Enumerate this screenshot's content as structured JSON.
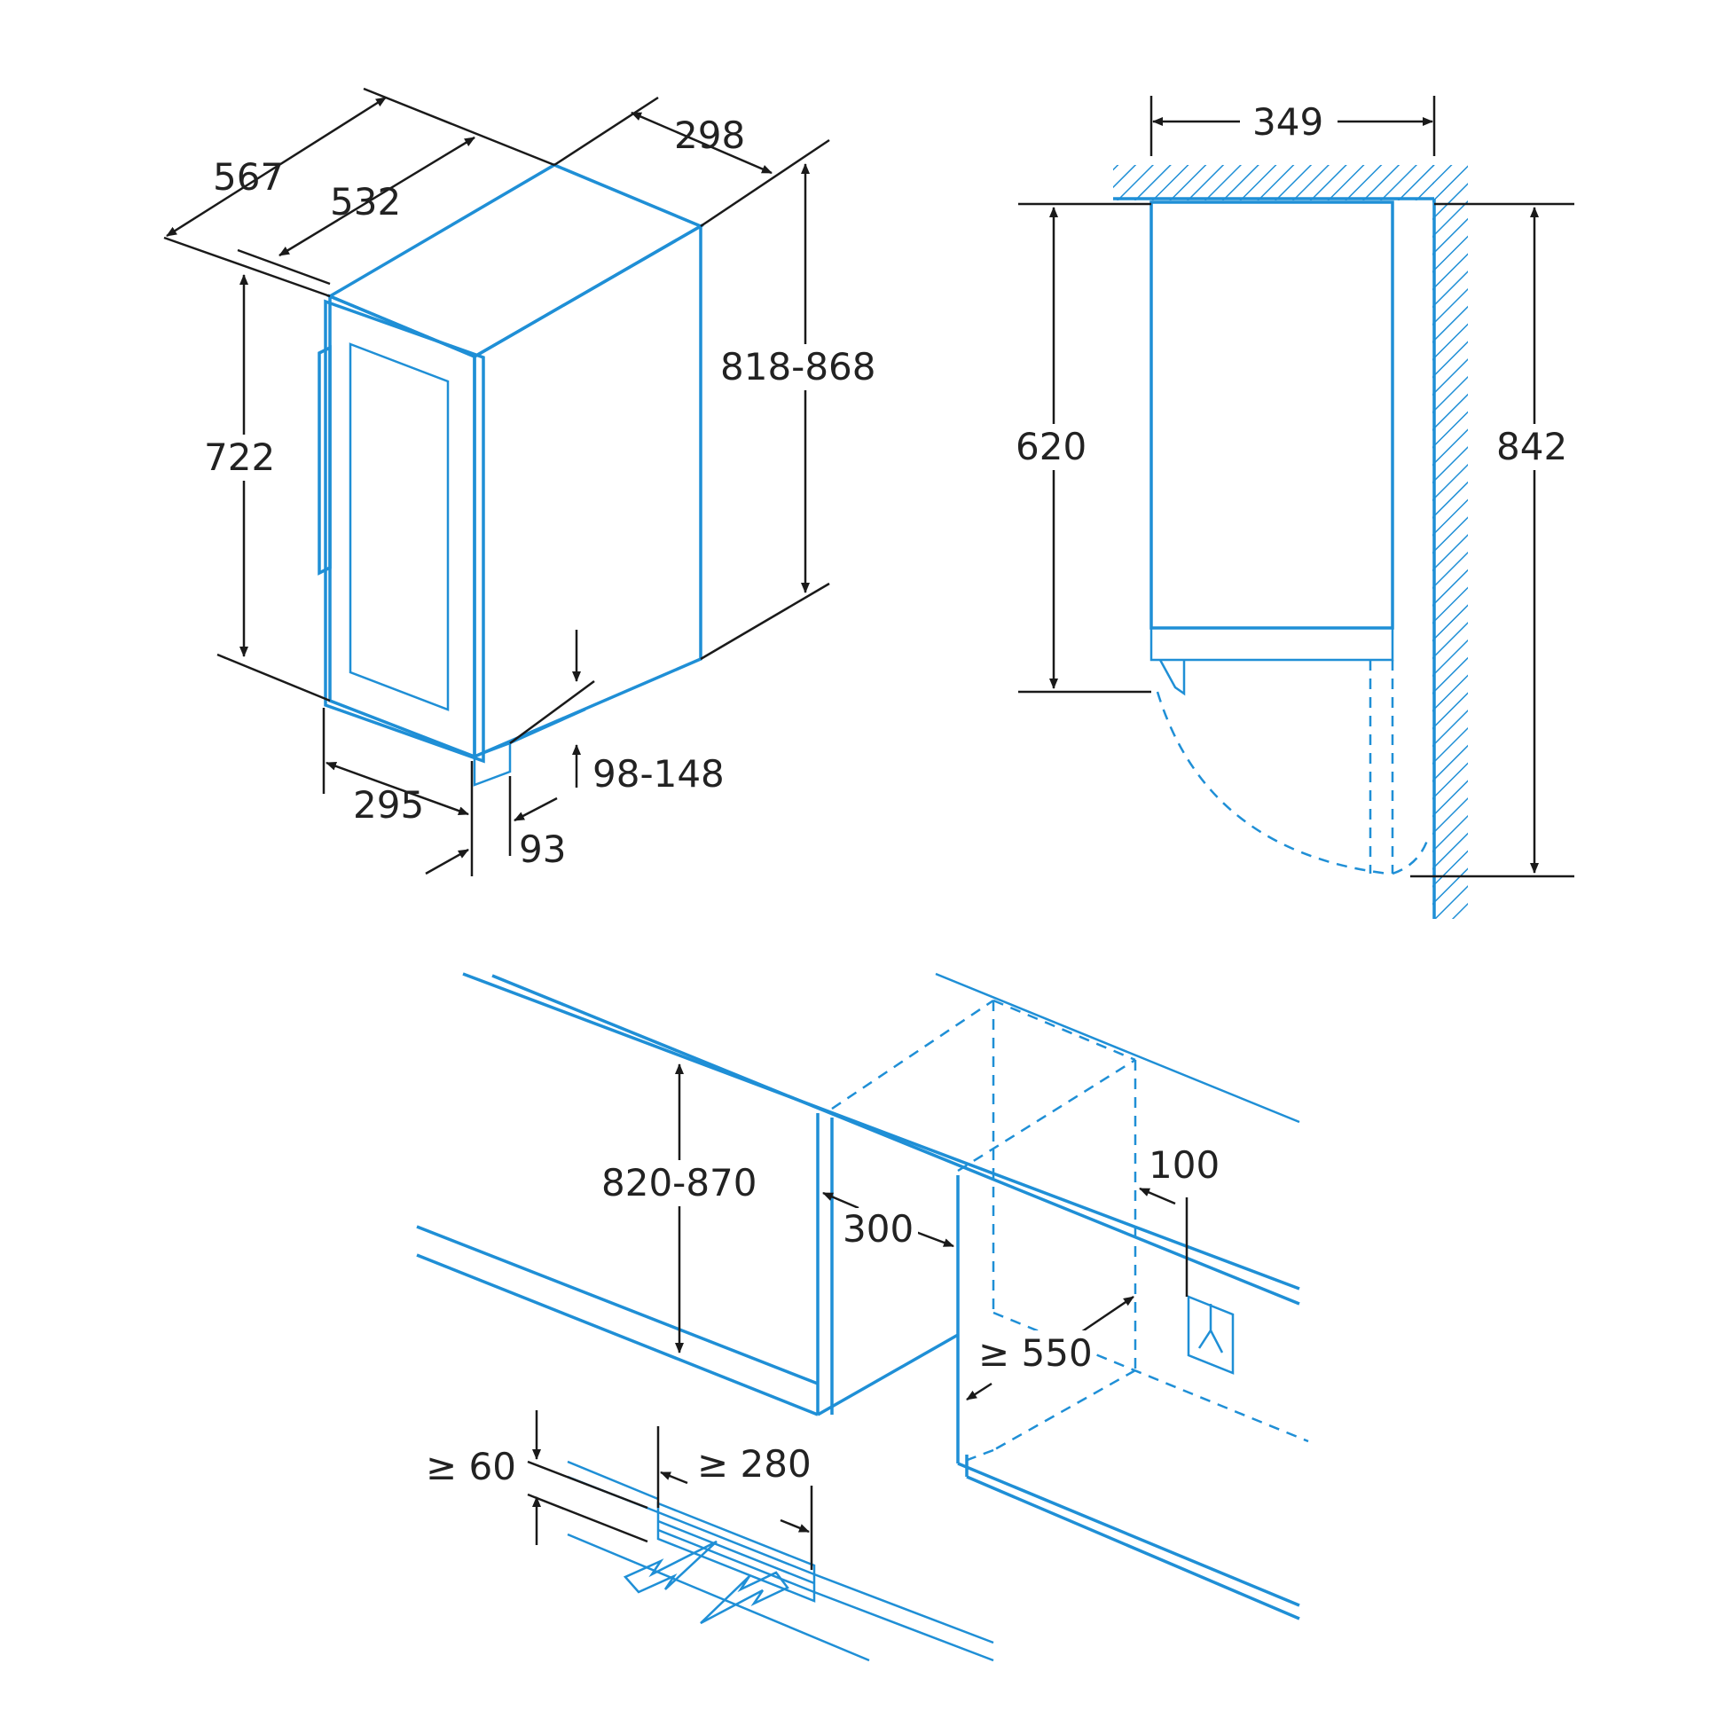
{
  "colors": {
    "outline": "#1f8fd6",
    "dimension": "#1a1a1a",
    "background": "#ffffff"
  },
  "views": {
    "isometric": {
      "depth_outer": "567",
      "depth_inner": "532",
      "width": "298",
      "height_total": "818-868",
      "door_height": "722",
      "door_width": "295",
      "plinth_height": "98-148",
      "plinth_setback": "93"
    },
    "side": {
      "width": "349",
      "height_body": "620",
      "height_total": "842"
    },
    "installation": {
      "niche_height": "820-870",
      "niche_width": "300",
      "socket_offset": "100",
      "niche_depth": "≥ 550",
      "vent_height": "≥ 60",
      "vent_width": "≥ 280"
    }
  }
}
